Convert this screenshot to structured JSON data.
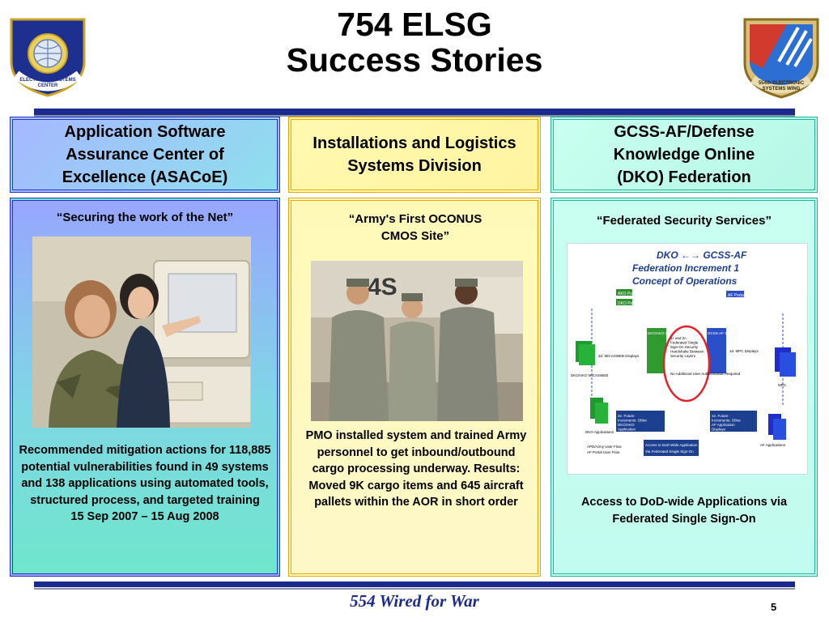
{
  "title": {
    "line1": "754 ELSG",
    "line2": "Success Stories"
  },
  "emblems": {
    "left": {
      "icon": "electronic-systems-center-emblem",
      "text": "ELECTRONIC SYSTEMS CENTER"
    },
    "right": {
      "icon": "554th-electronic-systems-wing-emblem",
      "text": "554th ELECTRONIC SYSTEMS WING"
    }
  },
  "columns": [
    {
      "header": "Application Software Assurance Center of Excellence (ASACoE)",
      "subtitle": "“Securing the work of the Net”",
      "image_icon": "photo-women-at-computer",
      "body": "Recommended mitigation actions for 118,885 potential vulnerabilities found in 49 systems and 138 applications using automated tools, structured process, and targeted training",
      "date": "15 Sep 2007 – 15 Aug 2008"
    },
    {
      "header": "Installations and Logistics Systems Division",
      "subtitle": "“Army's First OCONUS CMOS Site”",
      "image_icon": "photo-three-soldiers",
      "body": "PMO installed system and trained Army personnel to get inbound/outbound cargo processing underway. Results: Moved 9K cargo items and 645 aircraft pallets within the AOR in short order"
    },
    {
      "header": "GCSS-AF/Defense Knowledge Online (DKO) Federation",
      "subtitle": "“Federated Security Services”",
      "image_icon": "diagram-dko-gcss-federation",
      "body": "Access to DoD-wide Applications via Federated Single Sign-On"
    }
  ],
  "diagram": {
    "title1": "DKO ←→ GCSS-AF",
    "title2": "Federation Increment 1",
    "title3": "Concept of Operations",
    "akoPortal": "AKO Portal",
    "dkoPortal": "DKO Portal",
    "afPortal": "AF Portal",
    "center1": "1c and 2c: Federated Single Sign-On Security Handshake Between Security Layers",
    "center2": "No Additional User Authentication Required",
    "left1": "DKO/AKO Security Service",
    "right1": "GCSS-AF Security Service",
    "step2d": "2d. MICASWEB Displays",
    "step1d": "1d. MPC Displays",
    "dkoMicasweb": "DKO/AKO MICASWEB",
    "mpc": "MPC",
    "future2e": "2e. Future Increments: Other DKO/AKO Application Displays",
    "future1e": "1e. Future Increments: Other AF Application Displays",
    "dkoApps": "DKO Applications",
    "afApps": "AF Applications",
    "legend1": "APD/Army User Flow",
    "legend2": "AF Portal User Flow",
    "access1": "Access to DoD-Wide Application",
    "access2": "Via Federated Single Sign-On"
  },
  "footer": {
    "tagline": "554 Wired for War",
    "page": "5"
  },
  "colors": {
    "navy": "#1b2a8c",
    "blueBorder": "#2a2fc8",
    "goldBorder": "#e9a800",
    "tealBorder": "#1fb49a"
  }
}
